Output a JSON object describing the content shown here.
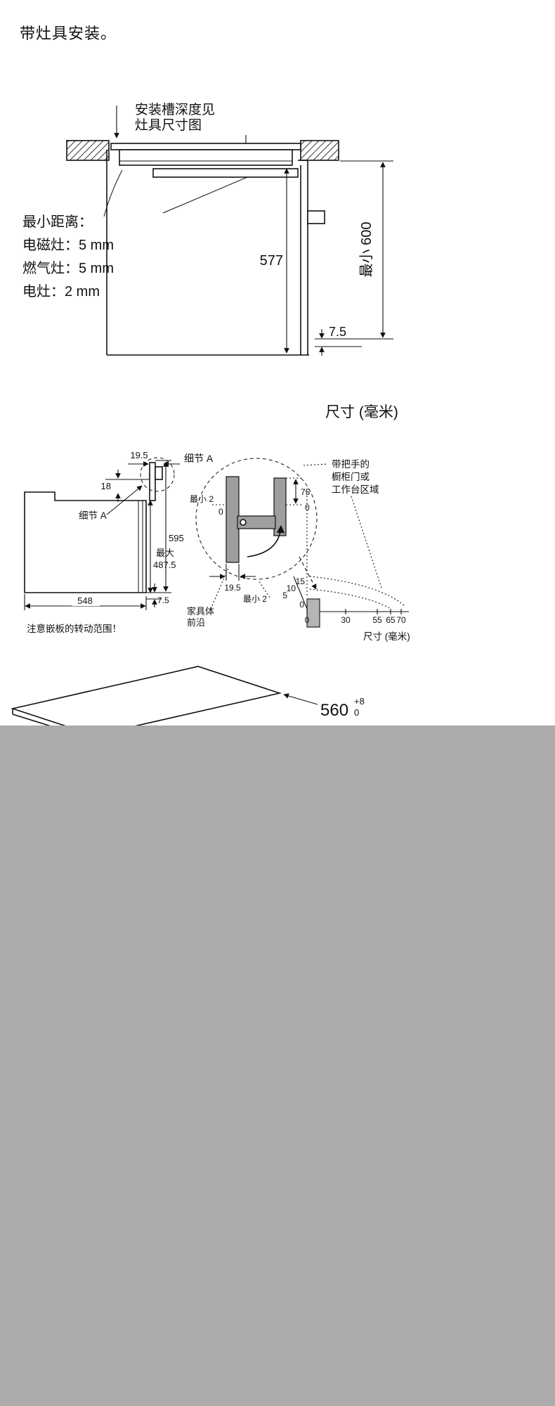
{
  "page": {
    "title": "带灶具安装。",
    "units_label": "尺寸 (毫米)"
  },
  "section_top": {
    "slot_note_line1": "安装槽深度见",
    "slot_note_line2": "灶具尺寸图",
    "min_distance": {
      "title": "最小距离：",
      "induction": "电磁灶：5 mm",
      "gas": "燃气灶：5 mm",
      "electric": "电灶：2 mm"
    },
    "dims": {
      "depth": "577",
      "min_height": "最小 600",
      "bottom_gap": "7.5"
    }
  },
  "section_side": {
    "detail_label": "细节 A",
    "note": "注意嵌板的转动范围！",
    "dims": {
      "bracket_width": "19.5",
      "bracket_offset": "18",
      "height_total": "595",
      "max_label": "最大",
      "max_value": "487.5",
      "width": "548",
      "bottom_gap": "7.5"
    }
  },
  "section_detail": {
    "title": "细节 A",
    "dims": {
      "min2_top": "最小 2",
      "zero_top": "0",
      "door_75": "75",
      "zero_right": "0",
      "panel_195": "19.5",
      "min2_bottom": "最小 2"
    },
    "front_edge_line1": "家具体",
    "front_edge_line2": "前沿"
  },
  "section_chart": {
    "label_line1": "带把手的",
    "label_line2": "橱柜门或",
    "label_line3": "工作台区域",
    "diag_ticks": [
      "15",
      "10",
      "5"
    ],
    "origin_tick": "0",
    "x_ticks": [
      "0",
      "30",
      "55",
      "65",
      "70"
    ],
    "units": "尺寸 (毫米)"
  },
  "section_bottom": {
    "width_value": "560",
    "tol_top": "+8",
    "tol_bottom": "0"
  }
}
